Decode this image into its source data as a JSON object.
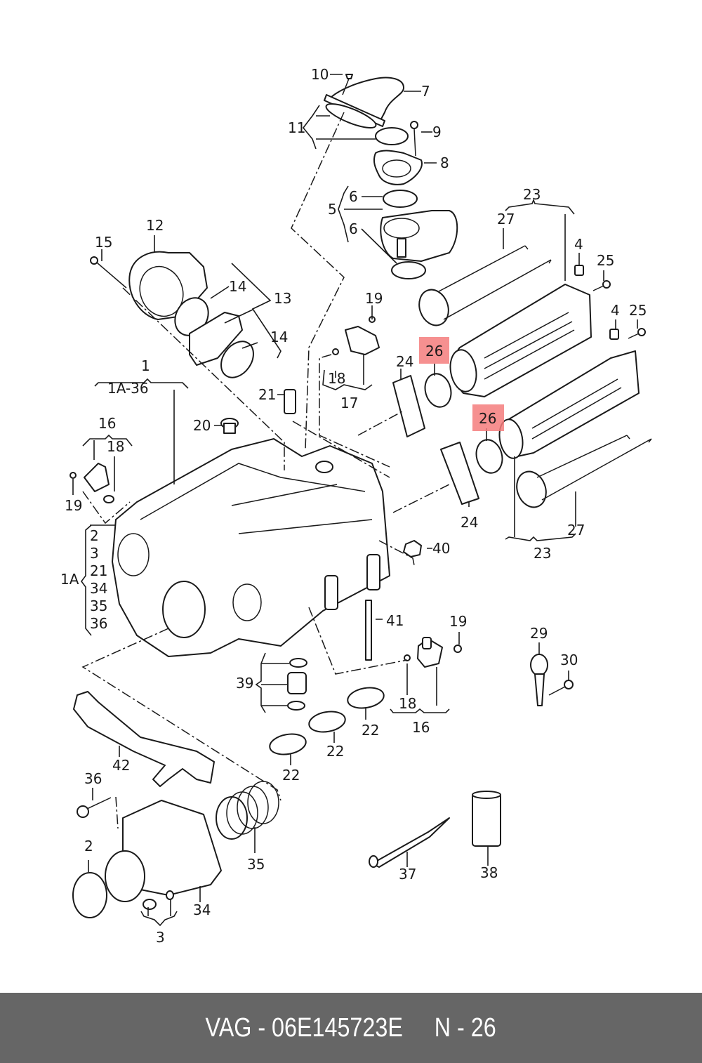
{
  "diagram": {
    "highlight_color": "#f47c7c",
    "highlighted_callout": "26",
    "callouts": {
      "c10": "10",
      "c7": "7",
      "c11": "11",
      "c9": "9",
      "c8": "8",
      "c6a": "6",
      "c5": "5",
      "c6b": "6",
      "c23top": "23",
      "c27top": "27",
      "c4a": "4",
      "c25a": "25",
      "c4b": "4",
      "c25b": "25",
      "c12": "12",
      "c15": "15",
      "c14a": "14",
      "c13": "13",
      "c14b": "14",
      "c19a": "19",
      "c18a": "18",
      "c17": "17",
      "c26a": "26",
      "c24a": "24",
      "c26b": "26",
      "c24b": "24",
      "c23bot": "23",
      "c27bot": "27",
      "c1": "1",
      "c1a36": "1A-36",
      "c21": "21",
      "c20": "20",
      "c16a": "16",
      "c18b": "18",
      "c19b": "19",
      "c1a": "1A",
      "g2": "2",
      "g3": "3",
      "g21": "21",
      "g34": "34",
      "g35": "35",
      "g36": "36",
      "c40": "40",
      "c41": "41",
      "c19c": "19",
      "c18c": "18",
      "c16b": "16",
      "c29": "29",
      "c30": "30",
      "c39": "39",
      "c22a": "22",
      "c22b": "22",
      "c22c": "22",
      "c42": "42",
      "c36": "36",
      "c2": "2",
      "c34": "34",
      "c3": "3",
      "c35": "35",
      "c37": "37",
      "c38": "38"
    }
  },
  "footer": {
    "brand": "VAG",
    "part_number": "06E145723E",
    "position": "N - 26",
    "text": "VAG - 06E145723E     N - 26"
  }
}
